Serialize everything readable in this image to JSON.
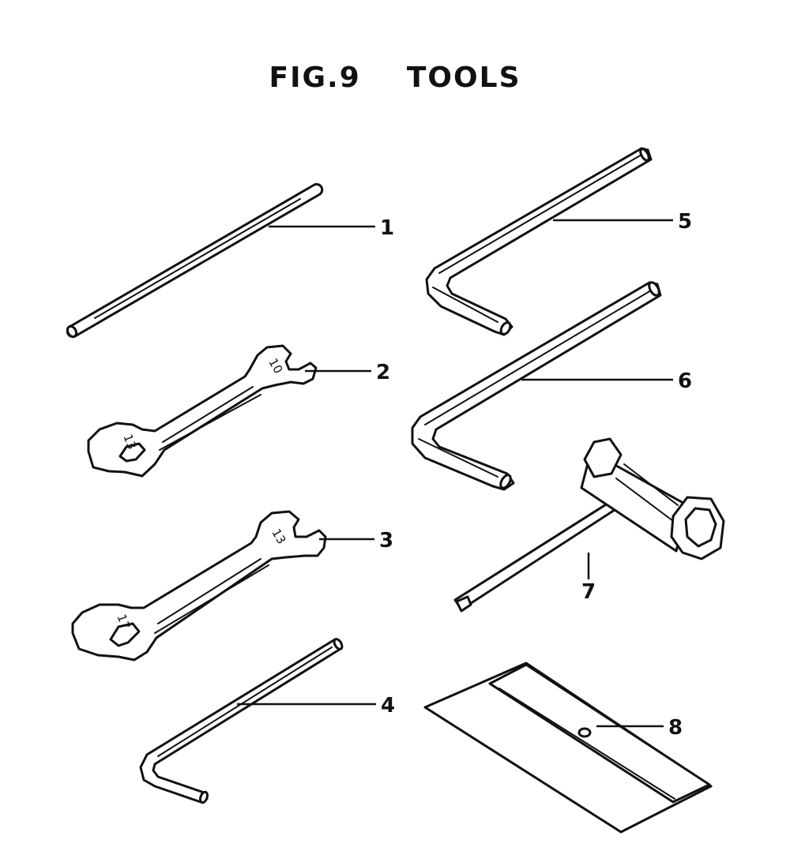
{
  "figure": {
    "title": "FIG.9    TOOLS"
  },
  "parts": [
    {
      "number": "1",
      "icon": "rod-icon"
    },
    {
      "number": "2",
      "icon": "open-end-wrench-icon",
      "stamps": [
        "10",
        "13"
      ]
    },
    {
      "number": "3",
      "icon": "open-end-wrench-icon",
      "stamps": [
        "13",
        "17"
      ]
    },
    {
      "number": "4",
      "icon": "hex-key-icon"
    },
    {
      "number": "5",
      "icon": "hex-key-icon"
    },
    {
      "number": "6",
      "icon": "hex-key-icon"
    },
    {
      "number": "7",
      "icon": "spark-plug-wrench-icon"
    },
    {
      "number": "8",
      "icon": "tool-bag-icon"
    }
  ],
  "colors": {
    "ink": "#111111",
    "paper": "#ffffff"
  }
}
